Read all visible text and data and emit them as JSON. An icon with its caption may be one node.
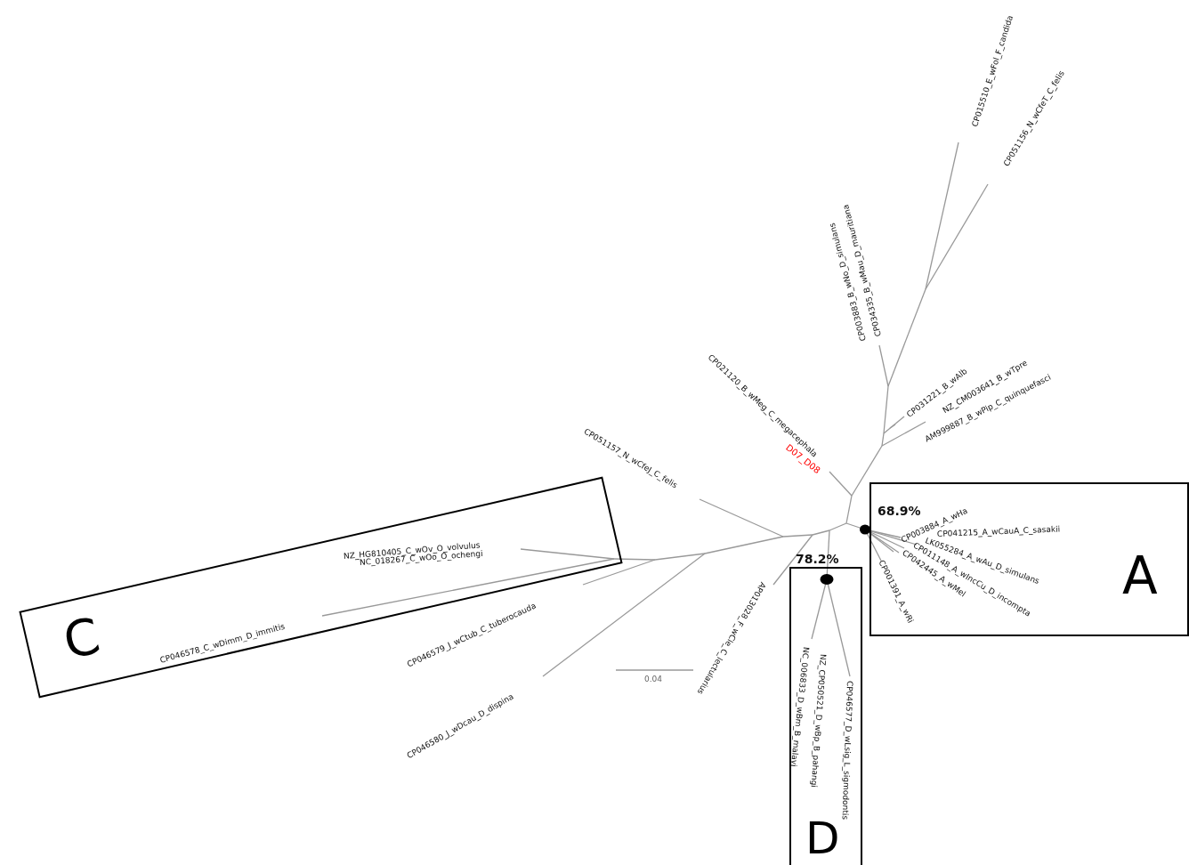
{
  "diagram": {
    "nodes": [
      {
        "text": [
          "C"
        ]
      },
      {
        "text": [
          "A"
        ]
      },
      {
        "text": [
          "D"
        ]
      }
    ],
    "labels": [
      "CP015510_E_wFol_F_candida",
      "CP051156_N_wCfeT_C_felis",
      "CP003883_B_wNo_D_simulans",
      "CP034335_B_wMau_D_mauritiana",
      "CP031221_B_wAlb",
      "NZ_CM003641_B_wTpre",
      "AM999887_B_wPip_C_quinquefasci",
      "CP021120_B_wMeg_C_megacephala",
      "D07_D08",
      "CP051157_N_wCfeJ_C_felis",
      "68.9%",
      "CP003884_A_wHa",
      "CP041215_A_wCauA_C_sasakii",
      "LK055284_A_wAu_D_simulans",
      "CP011148_A_wIncCu_D_incompta",
      "CP042445_A_wMel",
      "CP001391_A_wRi",
      "NZ_HG810405_C_wOv_O_volvulus",
      "NC_018267_C_wOo_O_ochengi",
      "78.2%",
      "CP046578_C_wDimm_D_immitis",
      "CP046579_J_wCtub_C_tuberocauda",
      "AP013028_F_wCle_C_lectularius",
      "NC_006833_D_wBm_B_malayi",
      "NZ_CP050521_D_wBp_B_pahangi",
      "CP046577_D_wLsig_L_sigmodontis",
      "0.04",
      "CP046580_J_wDcau_D_dispina"
    ]
  }
}
